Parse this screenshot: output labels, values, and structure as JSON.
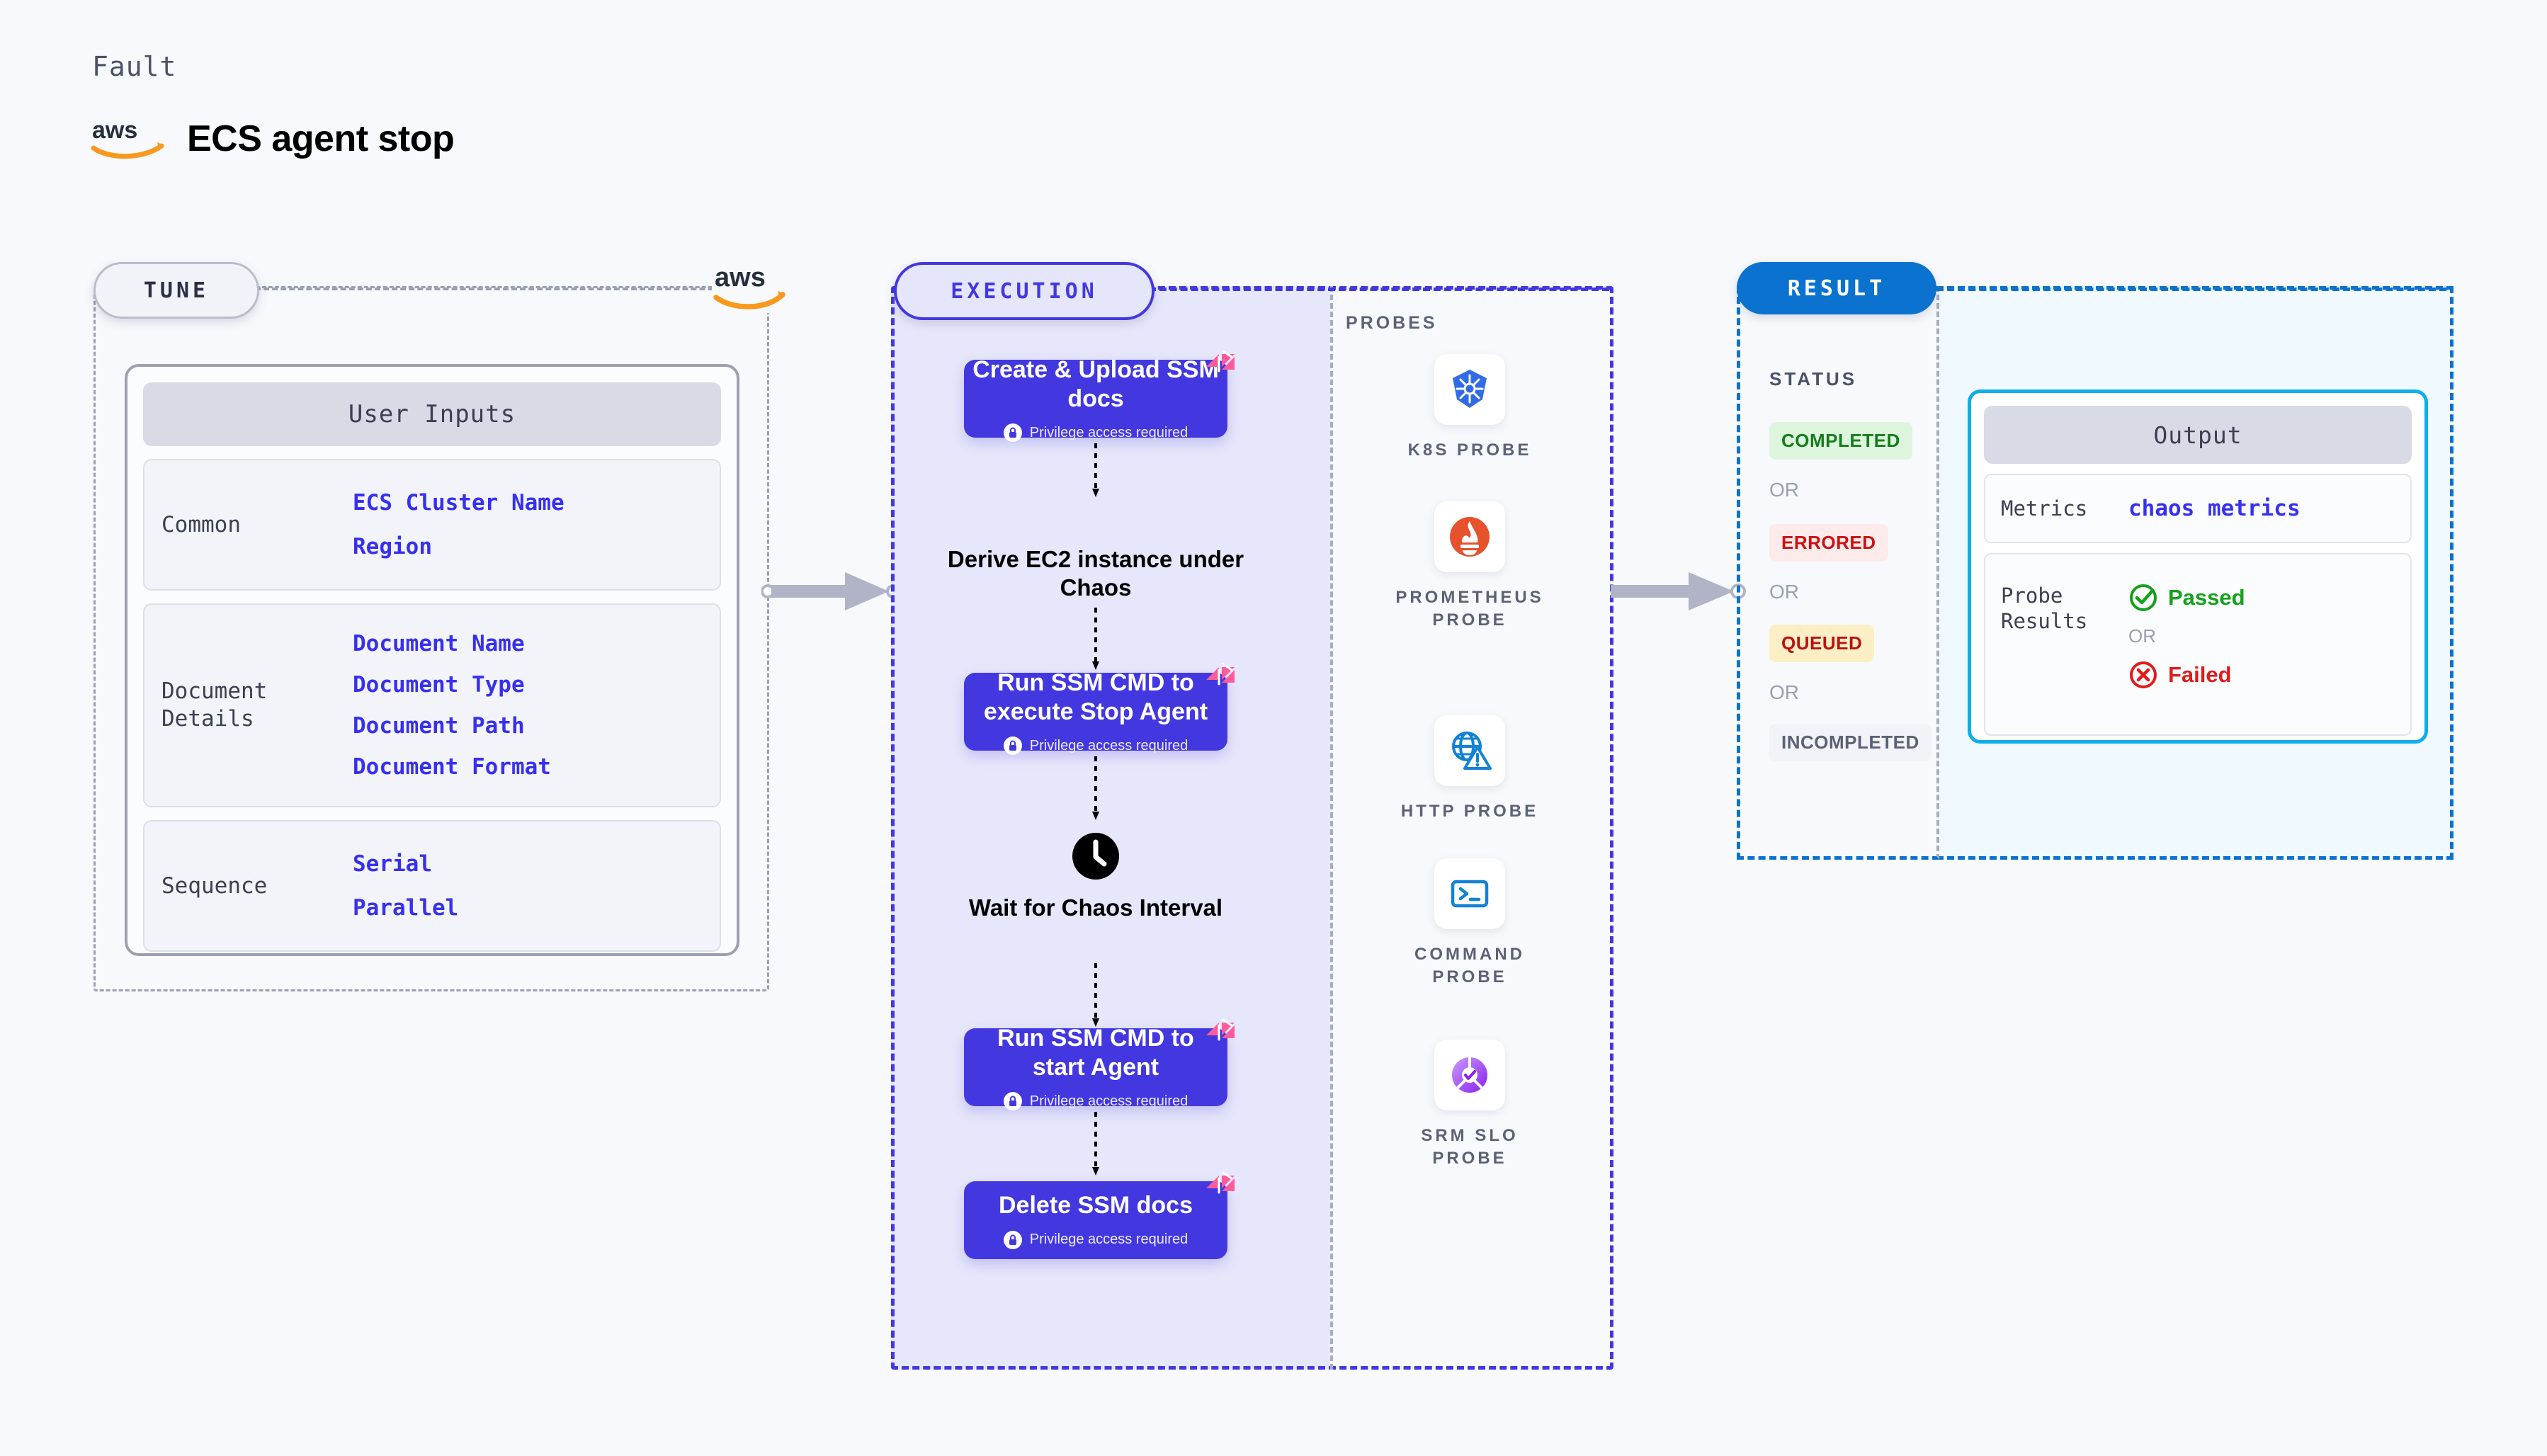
{
  "header": {
    "fault_label": "Fault",
    "title": "ECS agent stop",
    "aws_logo": "aws-logo"
  },
  "tune": {
    "pill_label": "TUNE",
    "card_header": "User Inputs",
    "sections": [
      {
        "key": "Common",
        "values": [
          "ECS Cluster Name",
          "Region"
        ]
      },
      {
        "key": "Document Details",
        "values": [
          "Document Name",
          "Document Type",
          "Document Path",
          "Document Format"
        ]
      },
      {
        "key": "Sequence",
        "values": [
          "Serial",
          "Parallel"
        ]
      }
    ]
  },
  "execution": {
    "pill_label": "EXECUTION",
    "privilege_text": "Privilege access required",
    "steps": [
      {
        "type": "node",
        "title": "Create & Upload SSM docs",
        "privilege": true
      },
      {
        "type": "plain",
        "title": "Derive EC2 instance under Chaos",
        "icon": ""
      },
      {
        "type": "node",
        "title": "Run SSM CMD to execute Stop Agent",
        "privilege": true
      },
      {
        "type": "plain",
        "title": "Wait for Chaos Interval",
        "icon": "clock-icon"
      },
      {
        "type": "node",
        "title": "Run SSM CMD to start Agent",
        "privilege": true
      },
      {
        "type": "node",
        "title": "Delete SSM docs",
        "privilege": true
      }
    ]
  },
  "probes": {
    "label": "PROBES",
    "items": [
      {
        "name": "K8S PROBE",
        "icon": "kubernetes-icon"
      },
      {
        "name": "PROMETHEUS PROBE",
        "icon": "prometheus-icon"
      },
      {
        "name": "HTTP PROBE",
        "icon": "http-globe-icon"
      },
      {
        "name": "COMMAND PROBE",
        "icon": "terminal-icon"
      },
      {
        "name": "SRM SLO PROBE",
        "icon": "srm-slo-icon"
      }
    ]
  },
  "result": {
    "pill_label": "RESULT",
    "status_label": "STATUS",
    "or_label": "OR",
    "statuses": [
      {
        "text": "COMPLETED",
        "color": "#167c1d",
        "bg": "#ddf5dd"
      },
      {
        "text": "ERRORED",
        "color": "#cc1111",
        "bg": "#fdeaea"
      },
      {
        "text": "QUEUED",
        "color": "#bb1111",
        "bg": "#fcefc5"
      },
      {
        "text": "INCOMPLETED",
        "color": "#5c6275",
        "bg": "#f2f3f8"
      }
    ],
    "output": {
      "header": "Output",
      "metrics_key": "Metrics",
      "metrics_value": "chaos metrics",
      "probe_results_key": "Probe Results",
      "passed": "Passed",
      "failed": "Failed",
      "or_label": "OR"
    }
  },
  "colors": {
    "accent_indigo": "#4338e0",
    "accent_blue": "#0b72d0",
    "cyan": "#10aee8",
    "pink_badge": "#fb5c9c",
    "aws_orange": "#f8991d",
    "page_bg": "#f8f9fc"
  }
}
